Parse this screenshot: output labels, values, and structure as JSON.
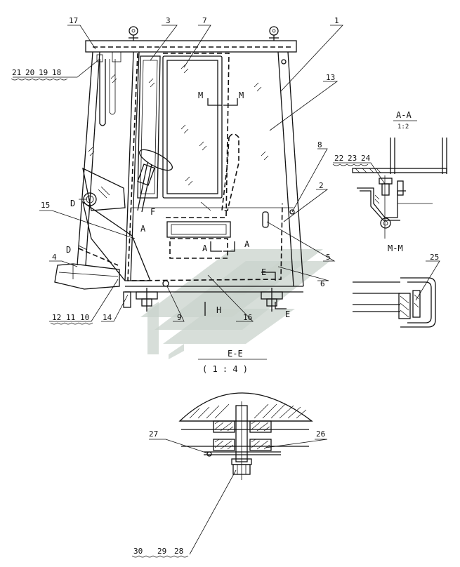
{
  "callouts": {
    "c1": "1",
    "c2": "2",
    "c3": "3",
    "c4": "4",
    "c5": "5",
    "c6": "6",
    "c7": "7",
    "c8": "8",
    "c9": "9",
    "c10": "10",
    "c11": "11",
    "c12": "12",
    "c13": "13",
    "c14": "14",
    "c15": "15",
    "c16": "16",
    "c17": "17",
    "c18": "18",
    "c19": "19",
    "c20": "20",
    "c21": "21",
    "c22": "22",
    "c23": "23",
    "c24": "24",
    "c25": "25",
    "c26": "26",
    "c27": "27",
    "c28": "28",
    "c29": "29",
    "c30": "30"
  },
  "section_marks": {
    "m_left": "M",
    "m_right": "M",
    "a_left": "A",
    "a_right": "A",
    "a_mid": "A",
    "e_top": "E",
    "e_bottom": "E",
    "d_top": "D",
    "d_bottom": "D",
    "f": "F",
    "h": "H"
  },
  "views": {
    "aa_title": "A-A",
    "aa_scale": "1:2",
    "mm_title": "M-M",
    "ee_title": "E-E",
    "ee_scale": "( 1 : 4 )"
  },
  "colors": {
    "line": "#111111",
    "background": "#ffffff",
    "watermark": "#c9d3cc"
  }
}
